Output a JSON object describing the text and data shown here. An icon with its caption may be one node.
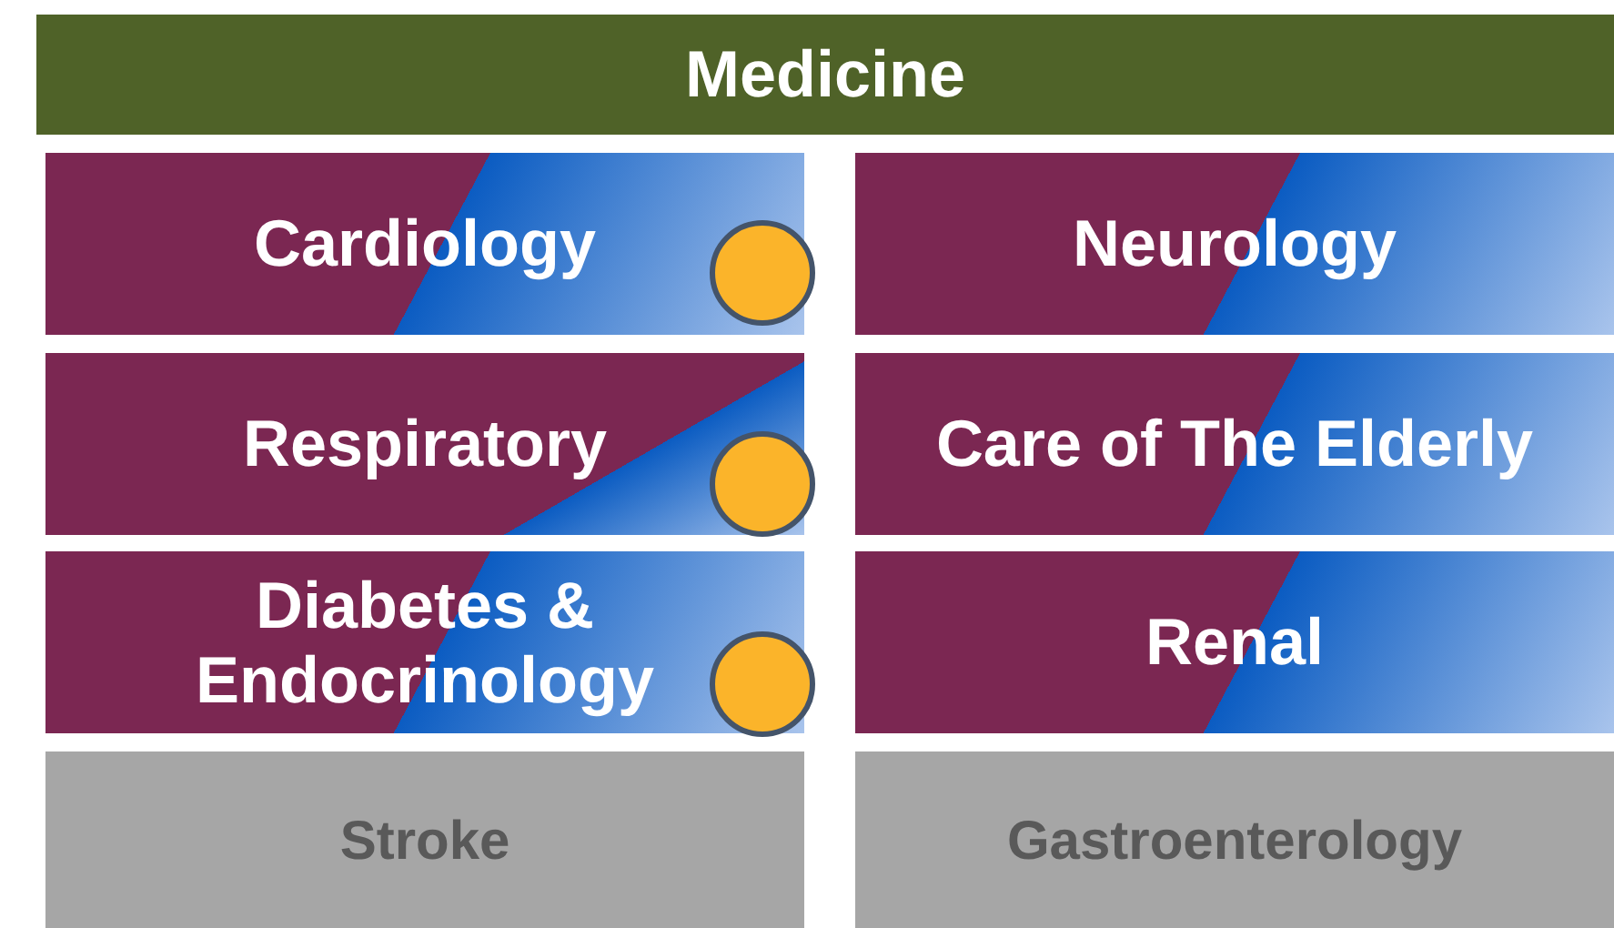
{
  "diagram": {
    "nodes": [
      {
        "text": [
          "Medicine"
        ]
      },
      {
        "text": [
          "Cardiology"
        ]
      },
      {
        "text": [
          "Neurology"
        ]
      },
      {
        "text": [
          "Respiratory"
        ]
      },
      {
        "text": [
          "Care of The Elderly"
        ]
      },
      {
        "text": [
          "Diabetes & Endocrinology"
        ]
      },
      {
        "text": [
          "Renal"
        ]
      },
      {
        "text": [
          "Stroke"
        ]
      },
      {
        "text": [
          "Gastroenterology"
        ]
      },
      {
        "text": [],
        "shape": "circle"
      },
      {
        "text": [],
        "shape": "circle"
      },
      {
        "text": [],
        "shape": "circle"
      }
    ]
  }
}
